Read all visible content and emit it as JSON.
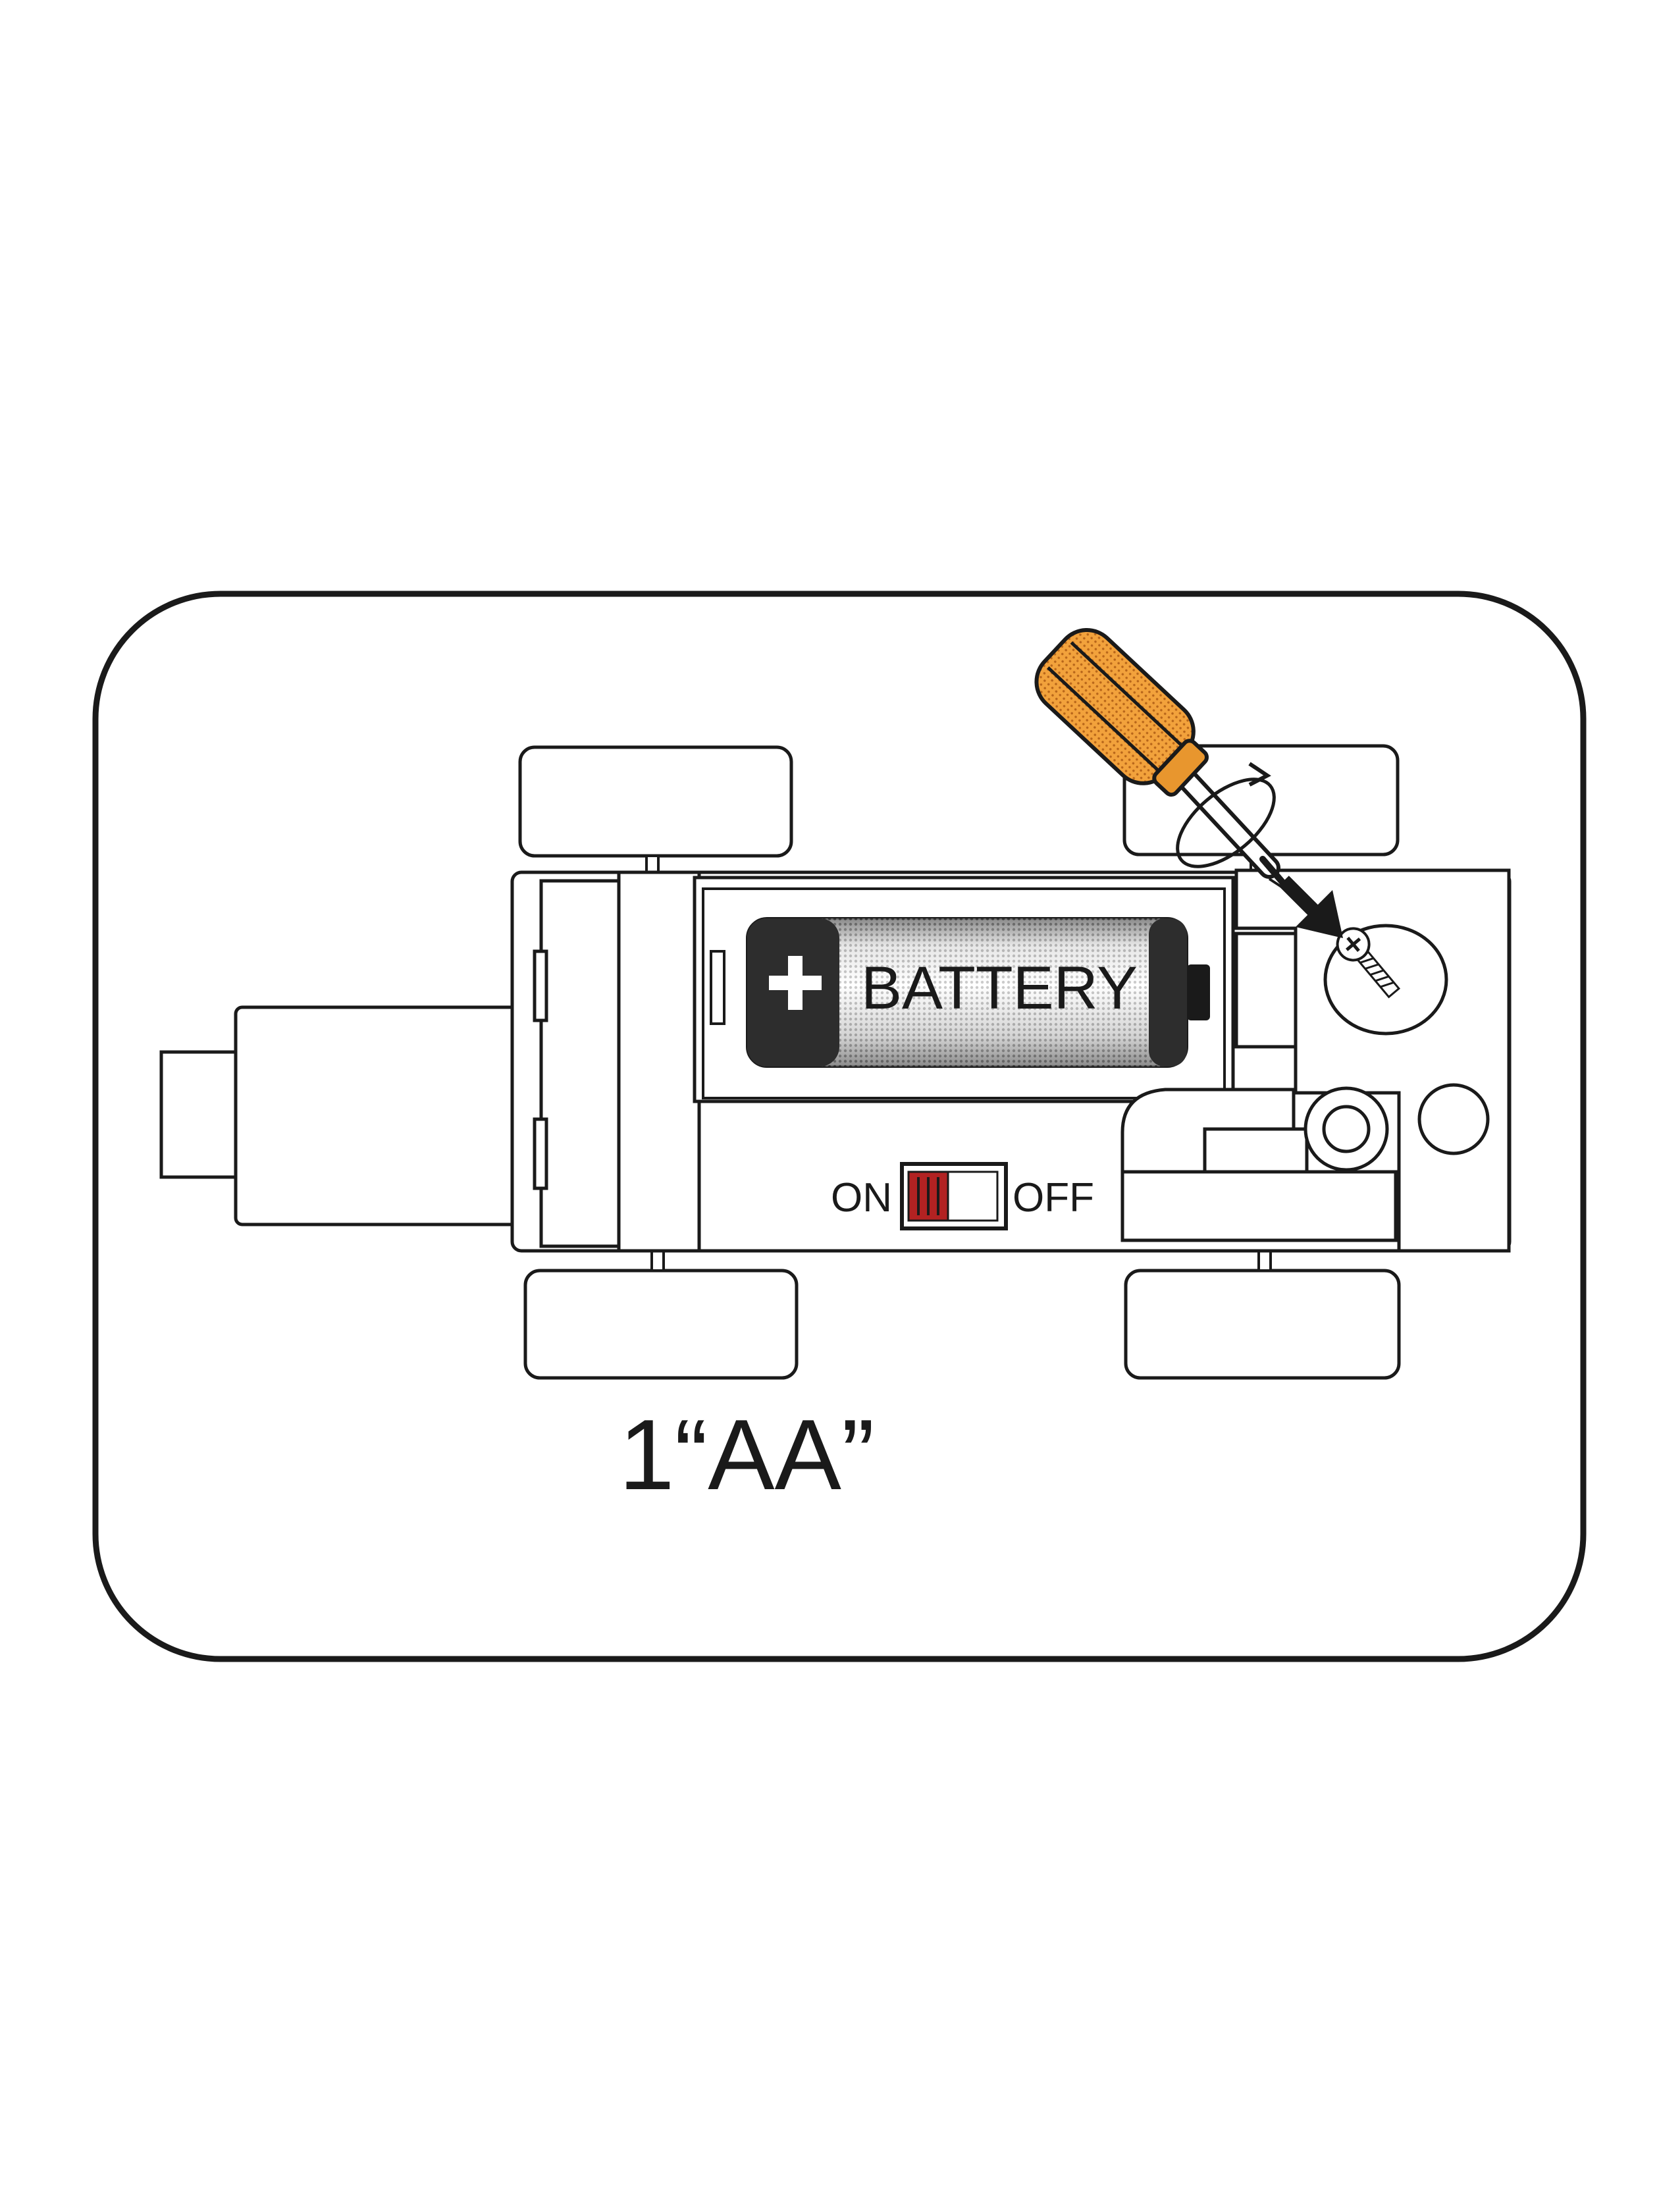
{
  "battery": {
    "label": "BATTERY",
    "polarity": "+"
  },
  "switch": {
    "on_label": "ON",
    "off_label": "OFF",
    "state": "ON"
  },
  "battery_spec": "1“AA”",
  "colors": {
    "outline": "#1a1a1a",
    "screwdriver_handle": "#e8962e",
    "switch_accent": "#b22222",
    "battery_dark": "#2a2a2a"
  },
  "icons": {
    "tool": "screwdriver-icon",
    "fastener": "screw-icon",
    "rotation": "rotate-arrow-icon",
    "direction": "arrow-down-right-icon"
  }
}
